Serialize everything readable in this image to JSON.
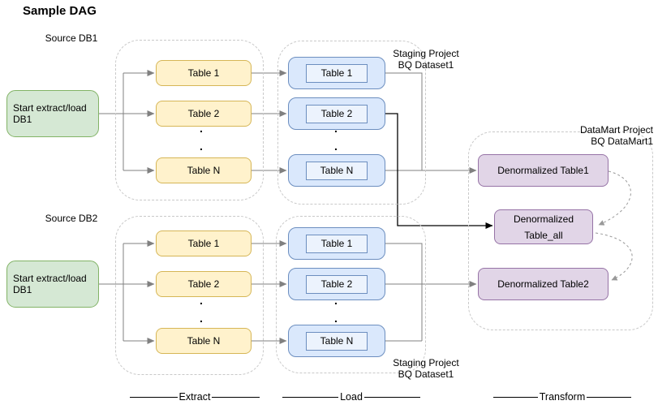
{
  "title": "Sample DAG",
  "dot": ".",
  "db1": {
    "source_label": "Source DB1",
    "start_node": {
      "line1": "Start extract/load",
      "line2": "DB1"
    },
    "extract_tables": [
      "Table 1",
      "Table 2",
      "Table N"
    ],
    "load_tables": [
      "Table 1",
      "Table 2",
      "Table N"
    ],
    "staging_label": {
      "line1": "Staging Project",
      "line2": "BQ Dataset1"
    }
  },
  "db2": {
    "source_label": "Source DB2",
    "start_node": {
      "line1": "Start extract/load",
      "line2": "DB1"
    },
    "extract_tables": [
      "Table 1",
      "Table 2",
      "Table N"
    ],
    "load_tables": [
      "Table 1",
      "Table 2",
      "Table N"
    ],
    "staging_label": {
      "line1": "Staging Project",
      "line2": "BQ Dataset1"
    }
  },
  "datamart": {
    "label": {
      "line1": "DataMart Project",
      "line2": "BQ DataMart1"
    },
    "table1": "Denormalized Table1",
    "table_all": {
      "line1": "Denormalized",
      "line2": "Table_all"
    },
    "table2": "Denormalized Table2"
  },
  "stages": {
    "extract": "Extract",
    "load": "Load",
    "transform": "Transform"
  },
  "colors": {
    "start_fill": "#d5e8d4",
    "start_stroke": "#82b366",
    "extract_fill": "#fff2cc",
    "extract_stroke": "#d6b656",
    "load_fill": "#dae8fc",
    "load_stroke": "#6c8ebf",
    "datamart_fill": "#e1d5e7",
    "datamart_stroke": "#9673a6",
    "container_stroke": "#c9c9c9",
    "arrow_gray": "#808080",
    "arrow_black": "#000000",
    "arc_dash": "#999999"
  }
}
